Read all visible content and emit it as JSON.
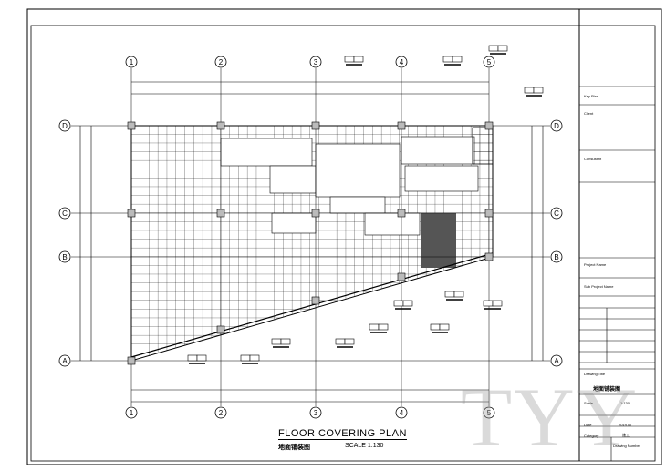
{
  "drawing": {
    "title": "FLOOR COVERING PLAN",
    "subtitle": "地面铺装图",
    "scale": "SCALE 1:130",
    "watermark": "TYY"
  },
  "grid_axes": {
    "columns": [
      "1",
      "2",
      "3",
      "4",
      "5"
    ],
    "rows": [
      "D",
      "C",
      "B",
      "A"
    ]
  },
  "title_block": {
    "key_plan": "Key Plan",
    "client": "Client",
    "consultant": "Consultant",
    "project_name": "Project Name",
    "sub_project_name": "Sub Project Name",
    "drawing_title_label": "Drawing Title",
    "drawing_title": "地面铺装图",
    "scale_label": "Scale",
    "scale": "1:130",
    "date_label": "Date",
    "date": "2019.07",
    "category_label": "Category",
    "category": "施工",
    "drawing_number_label": "Drawing Number"
  }
}
